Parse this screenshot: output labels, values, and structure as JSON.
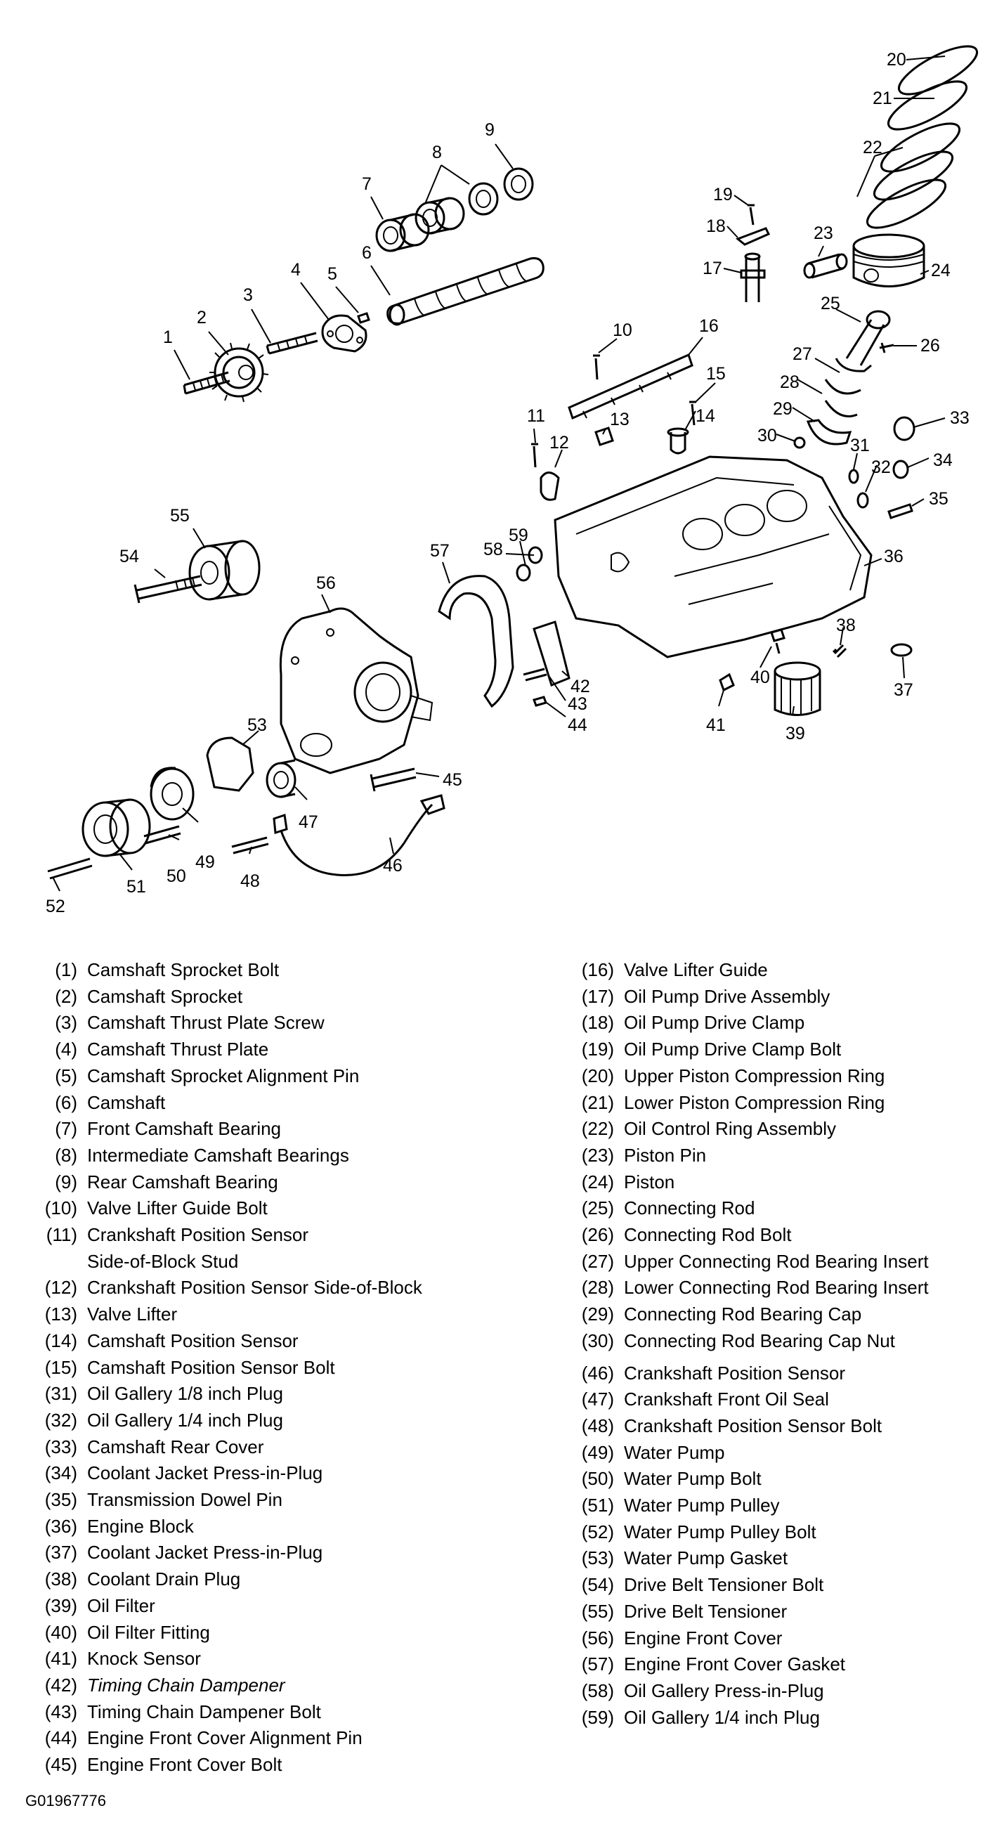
{
  "callouts": [
    "1",
    "2",
    "3",
    "4",
    "5",
    "6",
    "7",
    "8",
    "9",
    "10",
    "11",
    "12",
    "13",
    "14",
    "15",
    "16",
    "17",
    "18",
    "19",
    "20",
    "21",
    "22",
    "23",
    "24",
    "25",
    "26",
    "27",
    "28",
    "29",
    "30",
    "31",
    "32",
    "33",
    "34",
    "35",
    "36",
    "37",
    "38",
    "39",
    "40",
    "41",
    "42",
    "43",
    "44",
    "45",
    "46",
    "47",
    "48",
    "49",
    "50",
    "51",
    "52",
    "53",
    "54",
    "55",
    "56",
    "57",
    "58",
    "59"
  ],
  "legend_left": [
    {
      "num": "(1)",
      "label": "Camshaft Sprocket Bolt"
    },
    {
      "num": "(2)",
      "label": "Camshaft Sprocket"
    },
    {
      "num": "(3)",
      "label": "Camshaft Thrust Plate Screw"
    },
    {
      "num": "(4)",
      "label": "Camshaft Thrust Plate"
    },
    {
      "num": "(5)",
      "label": "Camshaft Sprocket Alignment Pin"
    },
    {
      "num": "(6)",
      "label": "Camshaft"
    },
    {
      "num": "(7)",
      "label": "Front Camshaft Bearing"
    },
    {
      "num": "(8)",
      "label": "Intermediate Camshaft Bearings"
    },
    {
      "num": "(9)",
      "label": "Rear Camshaft Bearing"
    },
    {
      "num": "(10)",
      "label": "Valve Lifter Guide Bolt"
    },
    {
      "num": "(11)",
      "label": "Crankshaft Position Sensor",
      "label2": "Side-of-Block Stud"
    },
    {
      "num": "(12)",
      "label": "Crankshaft Position Sensor Side-of-Block"
    },
    {
      "num": "(13)",
      "label": "Valve Lifter"
    },
    {
      "num": "(14)",
      "label": "Camshaft Position Sensor"
    },
    {
      "num": "(15)",
      "label": "Camshaft Position Sensor Bolt"
    },
    {
      "num": "(31)",
      "label": "Oil Gallery 1/8 inch Plug"
    },
    {
      "num": "(32)",
      "label": "Oil Gallery 1/4 inch Plug"
    },
    {
      "num": "(33)",
      "label": "Camshaft Rear Cover"
    },
    {
      "num": "(34)",
      "label": "Coolant Jacket Press-in-Plug"
    },
    {
      "num": "(35)",
      "label": "Transmission Dowel Pin"
    },
    {
      "num": "(36)",
      "label": "Engine Block"
    },
    {
      "num": "(37)",
      "label": "Coolant Jacket Press-in-Plug"
    },
    {
      "num": "(38)",
      "label": "Coolant Drain Plug"
    },
    {
      "num": "(39)",
      "label": "Oil Filter"
    },
    {
      "num": "(40)",
      "label": "Oil Filter Fitting"
    },
    {
      "num": "(41)",
      "label": "Knock Sensor"
    },
    {
      "num": "(42)",
      "label": "Timing Chain Dampener"
    },
    {
      "num": "(43)",
      "label": "Timing Chain Dampener Bolt"
    },
    {
      "num": "(44)",
      "label": "Engine Front Cover Alignment Pin"
    },
    {
      "num": "(45)",
      "label": "Engine Front Cover Bolt"
    }
  ],
  "legend_right": [
    {
      "num": "(16)",
      "label": "Valve Lifter Guide"
    },
    {
      "num": "(17)",
      "label": "Oil Pump Drive Assembly"
    },
    {
      "num": "(18)",
      "label": "Oil Pump Drive Clamp"
    },
    {
      "num": "(19)",
      "label": "Oil Pump Drive Clamp Bolt"
    },
    {
      "num": "(20)",
      "label": "Upper Piston Compression Ring"
    },
    {
      "num": "(21)",
      "label": "Lower Piston Compression Ring"
    },
    {
      "num": "(22)",
      "label": "Oil Control Ring Assembly"
    },
    {
      "num": "(23)",
      "label": "Piston Pin"
    },
    {
      "num": "(24)",
      "label": "Piston"
    },
    {
      "num": "(25)",
      "label": "Connecting Rod"
    },
    {
      "num": "(26)",
      "label": "Connecting Rod Bolt"
    },
    {
      "num": "(27)",
      "label": "Upper Connecting Rod Bearing Insert"
    },
    {
      "num": "(28)",
      "label": "Lower Connecting Rod Bearing Insert"
    },
    {
      "num": "(29)",
      "label": "Connecting Rod Bearing Cap"
    },
    {
      "num": "(30)",
      "label": "Connecting Rod Bearing Cap Nut"
    },
    {
      "num": "(46)",
      "label": "Crankshaft Position Sensor"
    },
    {
      "num": "(47)",
      "label": "Crankshaft Front Oil Seal"
    },
    {
      "num": "(48)",
      "label": "Crankshaft Position Sensor Bolt"
    },
    {
      "num": "(49)",
      "label": "Water Pump"
    },
    {
      "num": "(50)",
      "label": "Water Pump Bolt"
    },
    {
      "num": "(51)",
      "label": "Water Pump Pulley"
    },
    {
      "num": "(52)",
      "label": "Water Pump Pulley Bolt"
    },
    {
      "num": "(53)",
      "label": "Water Pump Gasket"
    },
    {
      "num": "(54)",
      "label": "Drive Belt Tensioner Bolt"
    },
    {
      "num": "(55)",
      "label": "Drive Belt Tensioner"
    },
    {
      "num": "(56)",
      "label": "Engine Front Cover"
    },
    {
      "num": "(57)",
      "label": "Engine Front Cover Gasket"
    },
    {
      "num": "(58)",
      "label": "Oil Gallery Press-in-Plug"
    },
    {
      "num": "(59)",
      "label": "Oil Gallery 1/4 inch Plug"
    }
  ],
  "figure_id": "G01967776"
}
